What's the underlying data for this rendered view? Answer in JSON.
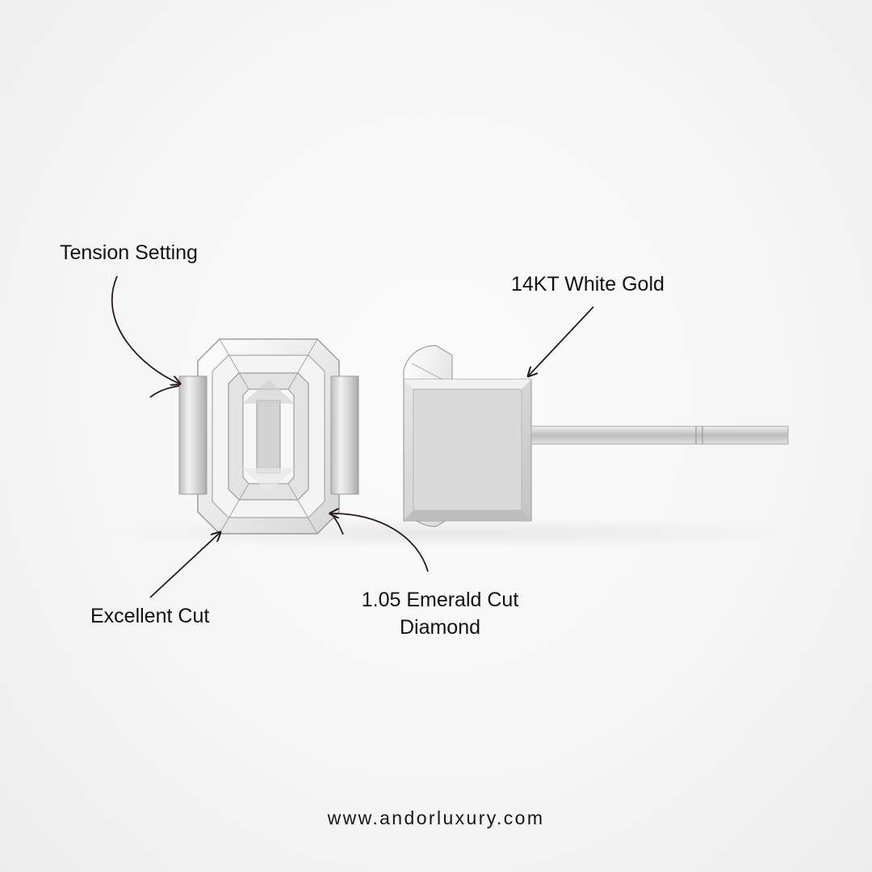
{
  "annotations": {
    "tension_setting": "Tension Setting",
    "white_gold": "14KT White Gold",
    "excellent_cut": "Excellent Cut",
    "emerald_line1": "1.05 Emerald Cut",
    "emerald_line2": "Diamond"
  },
  "website": "www.andorluxury.com",
  "colors": {
    "background": "#f6f6f6",
    "text": "#121212",
    "metal": "#d9d9d9",
    "arrow": "#2a1a1a"
  }
}
